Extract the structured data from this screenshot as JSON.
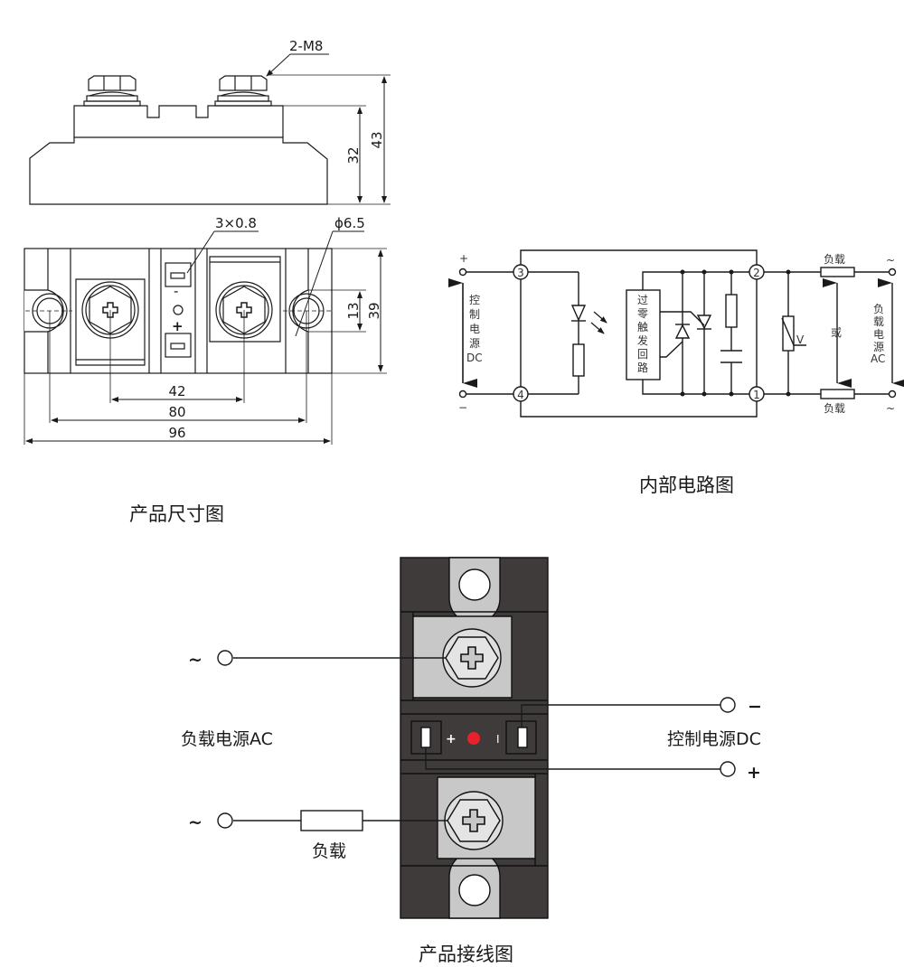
{
  "captions": {
    "dimension_drawing": "产品尺寸图",
    "internal_circuit": "内部电路图",
    "wiring_diagram": "产品接线图"
  },
  "dimensions": {
    "screw_spec": "2-M8",
    "height_body": "32",
    "height_total": "43",
    "pin_size": "3×0.8",
    "hole_diameter": "ϕ6.5",
    "pad_width": "13",
    "width": "39",
    "terminal_spacing": "42",
    "hole_spacing": "80",
    "length": "96",
    "pin_minus": "-",
    "pin_plus": "+"
  },
  "circuit": {
    "plus": "+",
    "minus": "−",
    "terminal_1": "1",
    "terminal_2": "2",
    "terminal_3": "3",
    "terminal_4": "4",
    "control_label": [
      "控",
      "制",
      "电",
      "源",
      "DC"
    ],
    "trigger_block": [
      "过",
      "零",
      "触",
      "发",
      "回",
      "路"
    ],
    "varistor_label": "V",
    "load_top": "负载",
    "load_bottom": "负载",
    "or_label": "或",
    "ac_label": [
      "负",
      "载",
      "电",
      "源",
      "AC"
    ],
    "ac_tilde_top": "~",
    "ac_tilde_bottom": "~"
  },
  "wiring": {
    "ac_tilde_top": "~",
    "ac_tilde_bottom": "~",
    "ac_source_label": "负载电源AC",
    "load_label": "负载",
    "dc_minus": "−",
    "dc_plus": "+",
    "dc_source_label": "控制电源DC",
    "pin_plus_mark": "+",
    "pin_minus_mark": "I"
  },
  "colors": {
    "module_body": "#3f3b3b",
    "terminal_plate": "#c8c8c8",
    "led": "#e8212a",
    "line": "#1a1a1a"
  }
}
